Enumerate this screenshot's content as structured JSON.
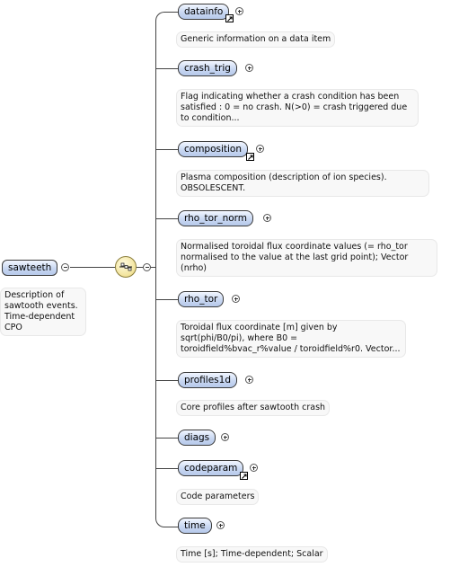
{
  "root": {
    "label": "sawteeth",
    "doc_lines": [
      "Description of",
      "sawtooth events.",
      "Time-dependent",
      "CPO"
    ]
  },
  "children": [
    {
      "label": "datainfo",
      "doc_lines": [
        "Generic information on a data item"
      ]
    },
    {
      "label": "crash_trig",
      "doc_lines": [
        "Flag indicating whether a crash condition has been",
        "satisfied : 0 = no crash. N(>0) = crash triggered due",
        "to condition..."
      ]
    },
    {
      "label": "composition",
      "doc_lines": [
        "Plasma composition (description of ion species).",
        "OBSOLESCENT."
      ]
    },
    {
      "label": "rho_tor_norm",
      "doc_lines": [
        "Normalised toroidal flux coordinate values (= rho_tor",
        "normalised to the value at the last grid point); Vector",
        "(nrho)"
      ]
    },
    {
      "label": "rho_tor",
      "doc_lines": [
        "Toroidal flux coordinate [m] given by",
        "sqrt(phi/B0/pi), where B0 =",
        "toroidfield%bvac_r%value / toroidfield%r0. Vector..."
      ]
    },
    {
      "label": "profiles1d",
      "doc_lines": [
        "Core profiles after sawtooth crash"
      ]
    },
    {
      "label": "diags",
      "doc_lines": []
    },
    {
      "label": "codeparam",
      "doc_lines": [
        "Code parameters"
      ]
    },
    {
      "label": "time",
      "doc_lines": [
        "Time [s]; Time-dependent; Scalar"
      ]
    }
  ]
}
